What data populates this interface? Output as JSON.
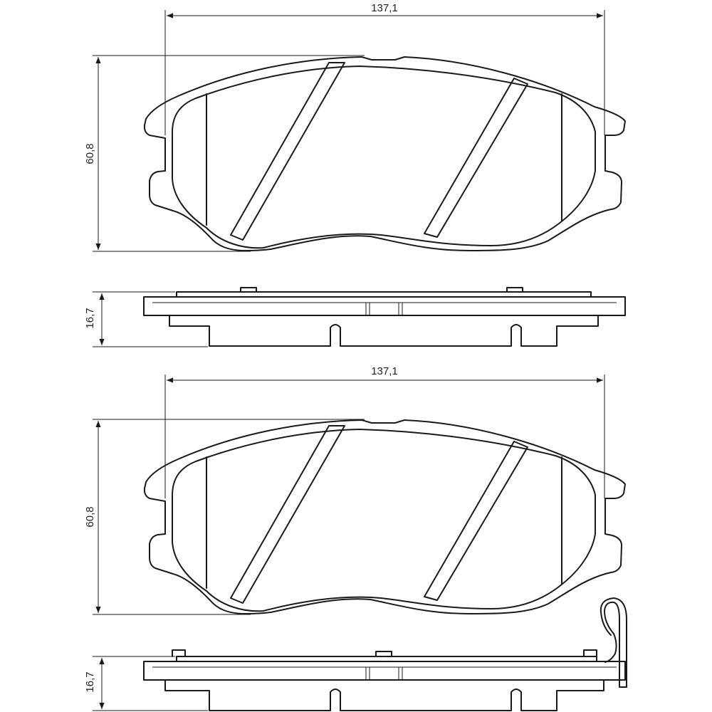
{
  "drawing": {
    "top_pad": {
      "width_label": "137,1",
      "height_label": "60,8",
      "thickness_label": "16,7"
    },
    "bottom_pad": {
      "width_label": "137,1",
      "height_label": "60,8",
      "thickness_label": "16,7"
    }
  }
}
